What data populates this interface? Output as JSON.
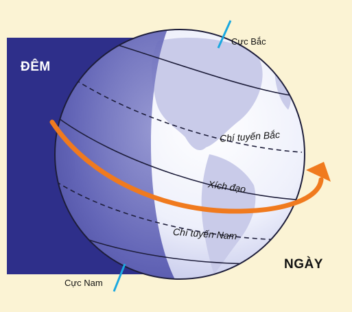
{
  "labels": {
    "night": "ĐÊM",
    "day": "NGÀY",
    "north_pole": "Cực Bắc",
    "south_pole": "Cực Nam",
    "tropic_cancer": "Chí tuyến Bắc",
    "equator": "Xích đạo",
    "tropic_capricorn": "Chí tuyến Nam"
  },
  "colors": {
    "background": "#fbf3d4",
    "night": "#2e2f8a",
    "day_globe": "#ffffff",
    "continents": "#c9cbe9",
    "rotation_arrow": "#f07a1e",
    "axis": "#1aa8e0"
  }
}
